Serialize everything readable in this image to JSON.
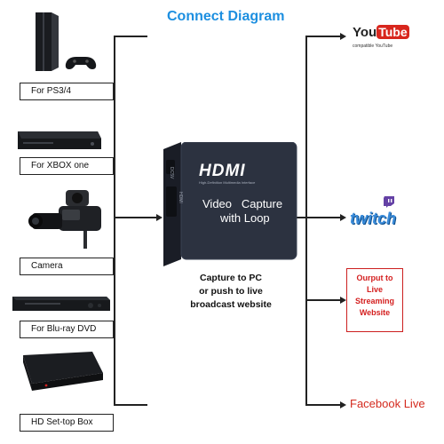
{
  "diagram": {
    "title": "Connect Diagram",
    "sources": [
      {
        "label": "For PS3/4",
        "icon": "playstation-console-icon"
      },
      {
        "label": "For XBOX one",
        "icon": "xbox-console-icon"
      },
      {
        "label": "Camera",
        "icon": "video-camera-icon"
      },
      {
        "label": "For Blu-ray DVD",
        "icon": "dvd-player-icon"
      },
      {
        "label": "HD Set-top Box",
        "icon": "set-top-box-icon"
      }
    ],
    "device": {
      "brand": "HDMI",
      "line1": "Video   Capture",
      "line2": "with Loop",
      "port_top": "DC5V",
      "port_mid": "HDMI",
      "tiny_text": "High-Definition Multimedia Interface"
    },
    "caption": [
      "Capture to PC",
      "or push to live",
      "broadcast website"
    ],
    "outputs": {
      "youtube_you": "You",
      "youtube_tube": "Tube",
      "youtube_sub": "compatible     YouTube",
      "twitch": "twitch",
      "streaming": [
        "Ourput to",
        "Live",
        "Streaming",
        "Website"
      ],
      "facebook": "Facebook Live"
    },
    "colors": {
      "title": "#1d8fe0",
      "lines": "#222222",
      "youtube_red": "#d8261d",
      "twitch_blue": "#3a8bd9",
      "streaming_red": "#d41f1f",
      "facebook_red": "#d42a1e",
      "device_body": "#2c3240"
    }
  }
}
